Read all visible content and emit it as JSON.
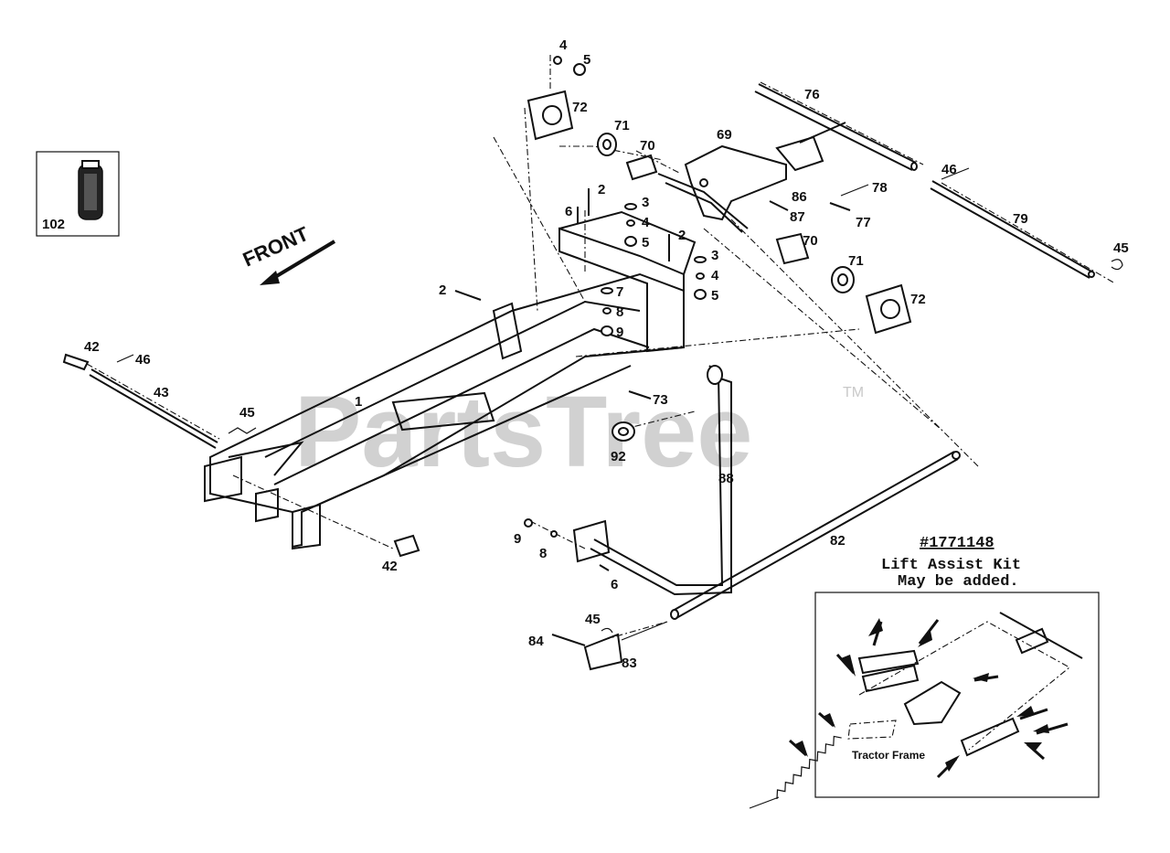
{
  "watermark": {
    "text": "PartsTree",
    "trademark": "TM"
  },
  "direction_label": "FRONT",
  "inset": {
    "part_number": "#1771148",
    "title_line1": "Lift Assist Kit",
    "title_line2": "May be added.",
    "frame_label": "Tractor Frame"
  },
  "callouts": {
    "c102": "102",
    "c4a": "4",
    "c5a": "5",
    "c72a": "72",
    "c71a": "71",
    "c70a": "70",
    "c69": "69",
    "c76": "76",
    "c46a": "46",
    "c79": "79",
    "c45a": "45",
    "c78": "78",
    "c86": "86",
    "c87": "87",
    "c77": "77",
    "c70b": "70",
    "c71b": "71",
    "c72b": "72",
    "c6a": "6",
    "c2a": "2",
    "c3a": "3",
    "c4b": "4",
    "c5b": "5",
    "c2b": "2",
    "c3b": "3",
    "c4c": "4",
    "c5c": "5",
    "c7": "7",
    "c8a": "8",
    "c9a": "9",
    "c2c": "2",
    "c42a": "42",
    "c46b": "46",
    "c43": "43",
    "c45b": "45",
    "c1": "1",
    "c73": "73",
    "c92": "92",
    "c88": "88",
    "c82": "82",
    "c42b": "42",
    "c9b": "9",
    "c8b": "8",
    "c6b": "6",
    "c84": "84",
    "c45c": "45",
    "c83": "83"
  }
}
